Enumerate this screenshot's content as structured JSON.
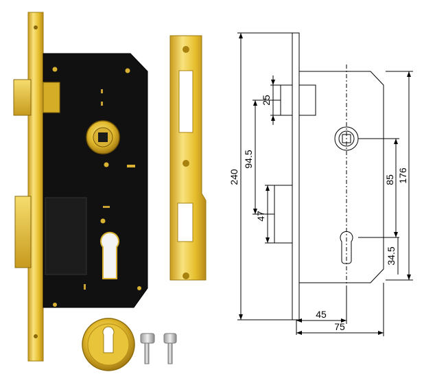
{
  "dimensions": {
    "d25": "25",
    "d94_5": "94.5",
    "d240": "240",
    "d47": "47",
    "d85": "85",
    "d176": "176",
    "d34_5": "34.5",
    "d45": "45",
    "d75": "75"
  },
  "colors": {
    "brass": "#e8c330",
    "brass_light": "#f7e27a",
    "brass_dark": "#b8901a",
    "lock_body": "#101010",
    "line": "#000000"
  }
}
